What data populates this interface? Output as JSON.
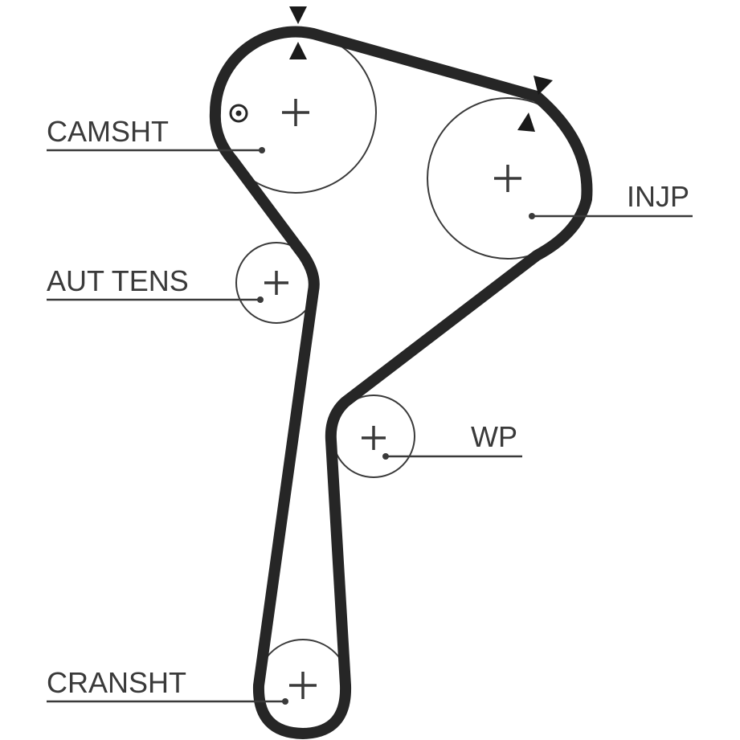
{
  "components": [
    {
      "id": "camshaft",
      "label": "CAMSHT"
    },
    {
      "id": "injection-pump",
      "label": "INJP"
    },
    {
      "id": "auto-tensioner",
      "label": "AUT TENS"
    },
    {
      "id": "water-pump",
      "label": "WP"
    },
    {
      "id": "crankshaft",
      "label": "CRANSHT"
    }
  ],
  "colors": {
    "belt": "#262626",
    "lines": "#3a3a3a",
    "background": "#ffffff"
  }
}
